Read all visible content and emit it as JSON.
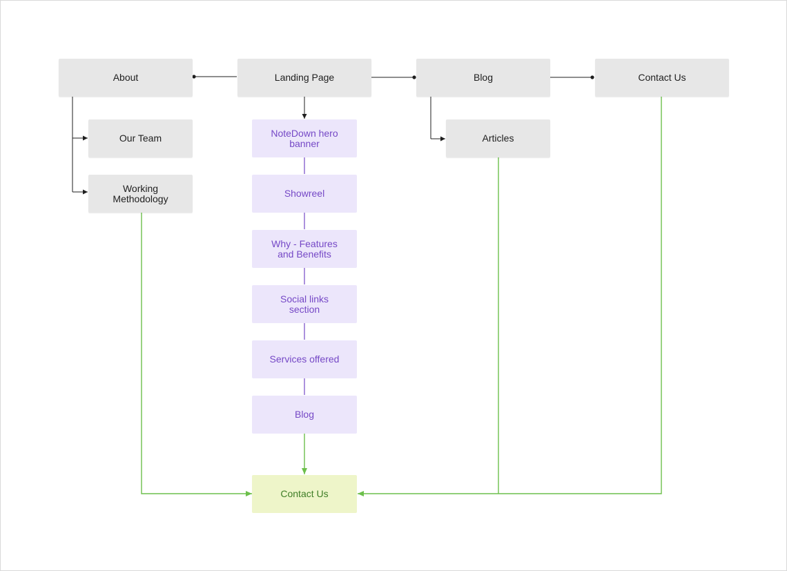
{
  "colors": {
    "neutral_line": "#1e1e1e",
    "section_line": "#7548c6",
    "contact_line": "#6cbf4b",
    "page_node": "#e7e7e7",
    "section_node": "#ece6fb",
    "contact_node": "#eef5c9"
  },
  "pages": {
    "about": "About",
    "landing": "Landing Page",
    "blog": "Blog",
    "contact": "Contact Us"
  },
  "subpages": {
    "our_team": "Our Team",
    "working_methodology": "Working Methodology",
    "articles": "Articles"
  },
  "landing_sections": {
    "hero": "NoteDown hero banner",
    "showreel": "Showreel",
    "why": "Why - Features and Benefits",
    "social": "Social links section",
    "services": "Services offered",
    "blog": "Blog"
  },
  "target": {
    "contact": "Contact Us"
  }
}
